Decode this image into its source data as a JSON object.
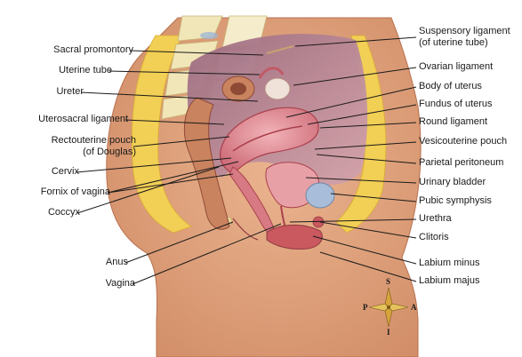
{
  "labels_left": [
    {
      "id": "sacral-promontory",
      "lines": [
        "Sacral promontory"
      ]
    },
    {
      "id": "uterine-tube",
      "lines": [
        "Uterine tube"
      ]
    },
    {
      "id": "ureter",
      "lines": [
        "Ureter"
      ]
    },
    {
      "id": "uterosacral-ligament",
      "lines": [
        "Uterosacral ligament"
      ]
    },
    {
      "id": "rectouterine-pouch",
      "lines": [
        "Rectouterine pouch",
        "(of Douglas)"
      ]
    },
    {
      "id": "cervix",
      "lines": [
        "Cervix"
      ]
    },
    {
      "id": "fornix-of-vagina",
      "lines": [
        "Fornix of vagina"
      ]
    },
    {
      "id": "coccyx",
      "lines": [
        "Coccyx"
      ]
    },
    {
      "id": "anus",
      "lines": [
        "Anus"
      ]
    },
    {
      "id": "vagina",
      "lines": [
        "Vagina"
      ]
    }
  ],
  "labels_right": [
    {
      "id": "suspensory-ligament",
      "lines": [
        "Suspensory ligament",
        "(of uterine tube)"
      ]
    },
    {
      "id": "ovarian-ligament",
      "lines": [
        "Ovarian ligament"
      ]
    },
    {
      "id": "body-of-uterus",
      "lines": [
        "Body of uterus"
      ]
    },
    {
      "id": "fundus-of-uterus",
      "lines": [
        "Fundus of uterus"
      ]
    },
    {
      "id": "round-ligament",
      "lines": [
        "Round ligament"
      ]
    },
    {
      "id": "vesicouterine-pouch",
      "lines": [
        "Vesicouterine pouch"
      ]
    },
    {
      "id": "parietal-peritoneum",
      "lines": [
        "Parietal peritoneum"
      ]
    },
    {
      "id": "urinary-bladder",
      "lines": [
        "Urinary bladder"
      ]
    },
    {
      "id": "pubic-symphysis",
      "lines": [
        "Pubic symphysis"
      ]
    },
    {
      "id": "urethra",
      "lines": [
        "Urethra"
      ]
    },
    {
      "id": "clitoris",
      "lines": [
        "Clitoris"
      ]
    },
    {
      "id": "labium-minus",
      "lines": [
        "Labium minus"
      ]
    },
    {
      "id": "labium-majus",
      "lines": [
        "Labium majus"
      ]
    }
  ],
  "compass": {
    "superior": "S",
    "posterior": "P",
    "anterior": "A",
    "inferior": "I"
  },
  "colors": {
    "skin": "#e0a27c",
    "skin_dark": "#c9825c",
    "fat": "#f2cf55",
    "bone": "#f1e6b8",
    "cavity": "#b98a9a",
    "organ": "#d87a84",
    "organ_dark": "#a9404c",
    "leader": "#1a1a1a"
  }
}
